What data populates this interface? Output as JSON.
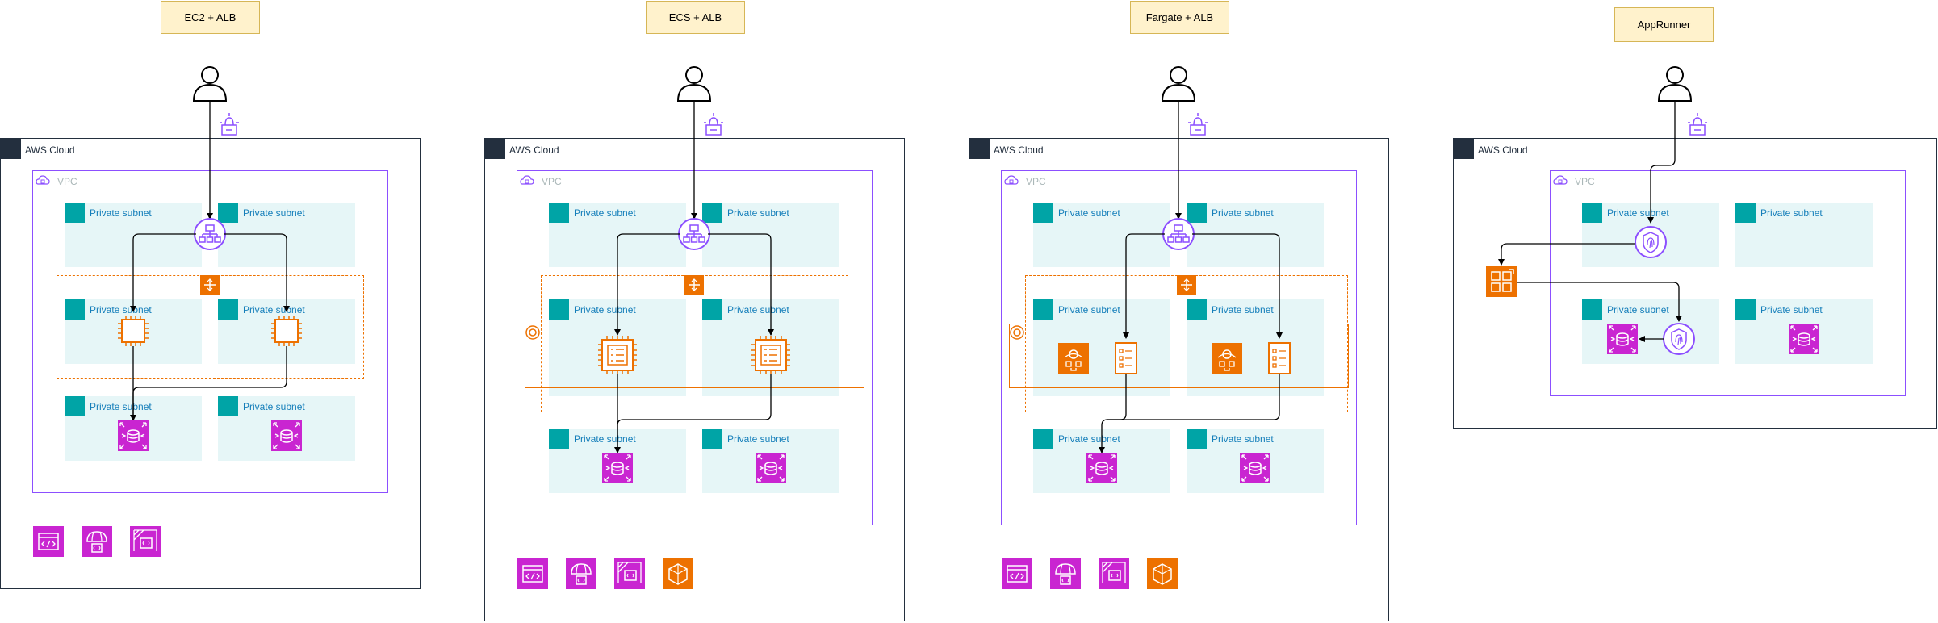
{
  "colors": {
    "cloud": "#232f3e",
    "vpc": "#8c4fff",
    "subnet_bg": "#e6f6f7",
    "subnet_icon": "#00a4a6",
    "subnet_text": "#147eba",
    "orange": "#ed7100",
    "magenta": "#c925d1",
    "purple": "#8c4fff",
    "title_bg": "#fff2cc",
    "title_border": "#d6b656"
  },
  "panels": [
    {
      "title": "EC2 + ALB",
      "cloud_label": "AWS Cloud",
      "vpc_label": "VPC",
      "subnet_labels": [
        "Private subnet",
        "Private subnet",
        "Private subnet",
        "Private subnet",
        "Private subnet",
        "Private subnet"
      ],
      "icons": [
        "user-icon",
        "internet-gateway-icon",
        "load-balancer-icon",
        "auto-scaling-icon",
        "ec2-instance-icon",
        "ec2-instance-icon",
        "rds-icon",
        "rds-icon",
        "api-gateway-icon",
        "cloudfront-icon",
        "codepipeline-icon"
      ]
    },
    {
      "title": "ECS + ALB",
      "cloud_label": "AWS Cloud",
      "vpc_label": "VPC",
      "subnet_labels": [
        "Private subnet",
        "Private subnet",
        "Private subnet",
        "Private subnet",
        "Private subnet",
        "Private subnet"
      ],
      "icons": [
        "user-icon",
        "internet-gateway-icon",
        "load-balancer-icon",
        "auto-scaling-icon",
        "ecs-cluster-icon",
        "ecs-instance-icon",
        "ecs-instance-icon",
        "rds-icon",
        "rds-icon",
        "api-gateway-icon",
        "cloudfront-icon",
        "codepipeline-icon",
        "ecr-icon"
      ]
    },
    {
      "title": "Fargate + ALB",
      "cloud_label": "AWS Cloud",
      "vpc_label": "VPC",
      "subnet_labels": [
        "Private subnet",
        "Private subnet",
        "Private subnet",
        "Private subnet",
        "Private subnet",
        "Private subnet"
      ],
      "icons": [
        "user-icon",
        "internet-gateway-icon",
        "load-balancer-icon",
        "auto-scaling-icon",
        "ecs-cluster-icon",
        "fargate-icon",
        "task-icon",
        "fargate-icon",
        "task-icon",
        "rds-icon",
        "rds-icon",
        "api-gateway-icon",
        "cloudfront-icon",
        "codepipeline-icon",
        "ecr-icon"
      ]
    },
    {
      "title": "AppRunner",
      "cloud_label": "AWS Cloud",
      "vpc_label": "VPC",
      "subnet_labels": [
        "Private subnet",
        "Private subnet",
        "Private subnet",
        "Private subnet"
      ],
      "icons": [
        "user-icon",
        "internet-gateway-icon",
        "vpc-endpoint-icon",
        "app-runner-icon",
        "rds-icon",
        "vpc-endpoint-icon",
        "rds-icon"
      ]
    }
  ]
}
